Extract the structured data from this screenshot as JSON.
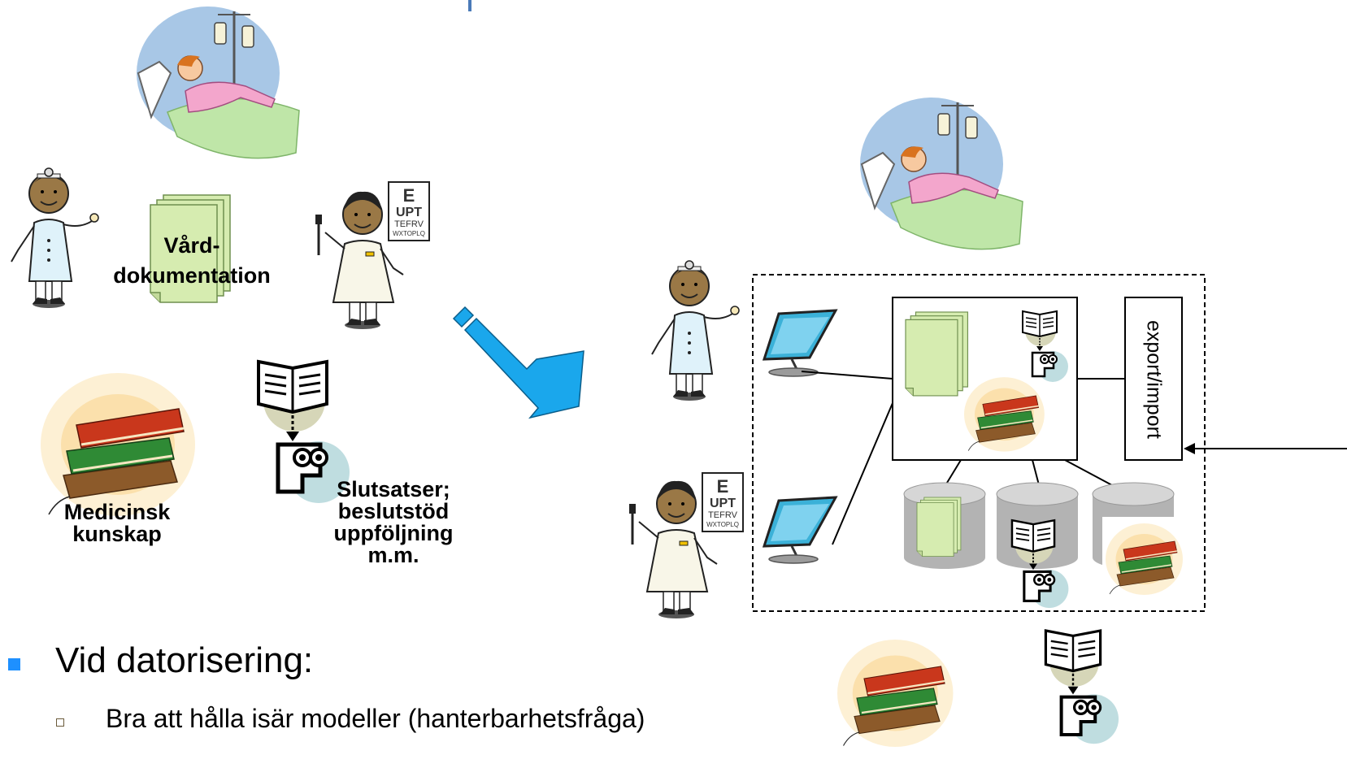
{
  "labels": {
    "vard_line1": "Vård-",
    "vard_line2": "dokumentation",
    "medicinsk_line1": "Medicinsk",
    "medicinsk_line2": "kunskap",
    "slutsatser_line1": "Slutsatser;",
    "slutsatser_line2": "beslutstöd",
    "slutsatser_line3": "uppföljning",
    "slutsatser_line4": "m.m."
  },
  "eye_chart": {
    "line1": "E",
    "line2": "UPT",
    "line3": "TEFRV",
    "line4": "WXTOPLQ"
  },
  "system": {
    "export_label": "export/import"
  },
  "bullets": {
    "main": "Vid datorisering:",
    "sub": "Bra att hålla isär modeller (hanterbarhetsfråga)"
  },
  "colors": {
    "bullet_accent": "#1e90ff",
    "arrow_blue": "#1aa7ec",
    "document_green": "#d6ecb0",
    "cylinder_gray": "#b3b3b3",
    "sky_blue": "#a8c7e6"
  },
  "icons": [
    "patient-bed-icon",
    "doctor-icon",
    "eye-doctor-icon",
    "document-stack-icon",
    "book-stack-icon",
    "book-to-brain-icon",
    "monitor-icon",
    "database-cylinder-icon",
    "big-arrow-icon"
  ]
}
